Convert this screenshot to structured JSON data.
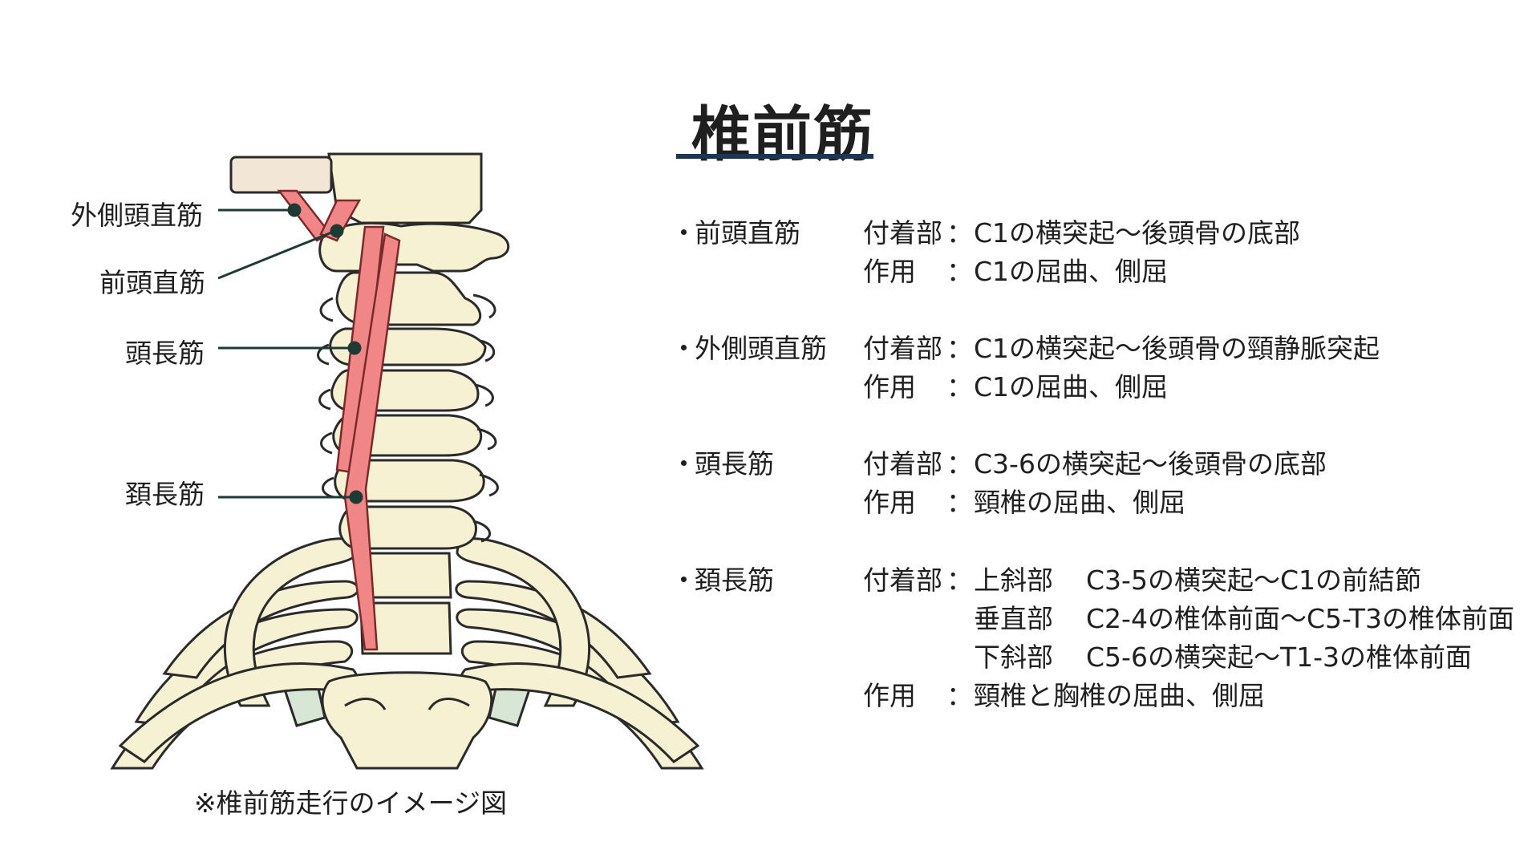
{
  "title": "椎前筋",
  "colors": {
    "muscle": "#f08686",
    "bone": "#f7f1d4",
    "bone_shadow": "#d9d2a8",
    "outline": "#2a2a2a",
    "cartilage": "#d8e6d6",
    "accent_rule": "#1c3550",
    "pointer": "#1e3a34"
  },
  "figure": {
    "labels": {
      "lateral_rectus": "外側頭直筋",
      "anterior_rectus": "前頭直筋",
      "longus_capitis": "頭長筋",
      "longus_colli": "頚長筋"
    },
    "caption": "※椎前筋走行のイメージ図"
  },
  "entries": [
    {
      "bullet": "・",
      "name": "前頭直筋",
      "attachment_key": "付着部",
      "attachment": "C1の横突起〜後頭骨の底部",
      "action_key": "作用",
      "action": "C1の屈曲、側屈"
    },
    {
      "bullet": "・",
      "name": "外側頭直筋",
      "attachment_key": "付着部",
      "attachment": "C1の横突起〜後頭骨の頸静脈突起",
      "action_key": "作用",
      "action": "C1の屈曲、側屈"
    },
    {
      "bullet": "・",
      "name": "頭長筋",
      "attachment_key": "付着部",
      "attachment": "C3-6の横突起〜後頭骨の底部",
      "action_key": "作用",
      "action": "頸椎の屈曲、側屈"
    },
    {
      "bullet": "・",
      "name": "頚長筋",
      "attachment_key": "付着部",
      "parts": [
        {
          "part": "上斜部",
          "detail": "C3-5の横突起〜C1の前結節"
        },
        {
          "part": "垂直部",
          "detail": "C2-4の椎体前面〜C5-T3の椎体前面"
        },
        {
          "part": "下斜部",
          "detail": "C5-6の横突起〜T1-3の椎体前面"
        }
      ],
      "action_key": "作用",
      "action": "頸椎と胸椎の屈曲、側屈"
    }
  ]
}
